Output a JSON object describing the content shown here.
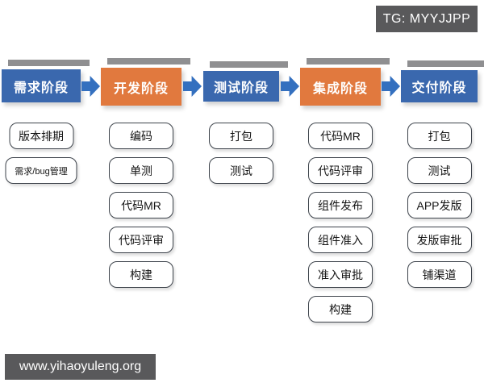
{
  "tg_banner": {
    "text": "TG: MYYJJPP"
  },
  "watermark": {
    "text": "www.yihaoyuleng.org"
  },
  "colors": {
    "stage_blue": "#3a68ae",
    "stage_orange": "#e1793e",
    "arrow_blue": "#3470bf",
    "banner_gray": "#59595b",
    "shadow_gray": "#8f8f91",
    "task_border": "#3d434b"
  },
  "pipeline": {
    "stages": [
      {
        "label": "需求阶段",
        "color": "blue",
        "items": [
          "版本排期",
          "需求/bug管理"
        ]
      },
      {
        "label": "开发阶段",
        "color": "orange",
        "items": [
          "编码",
          "单测",
          "代码MR",
          "代码评审",
          "构建"
        ]
      },
      {
        "label": "测试阶段",
        "color": "blue",
        "items": [
          "打包",
          "测试"
        ]
      },
      {
        "label": "集成阶段",
        "color": "orange",
        "items": [
          "代码MR",
          "代码评审",
          "组件发布",
          "组件准入",
          "准入审批",
          "构建"
        ]
      },
      {
        "label": "交付阶段",
        "color": "blue",
        "items": [
          "打包",
          "测试",
          "APP发版",
          "发版审批",
          "铺渠道"
        ]
      }
    ]
  }
}
